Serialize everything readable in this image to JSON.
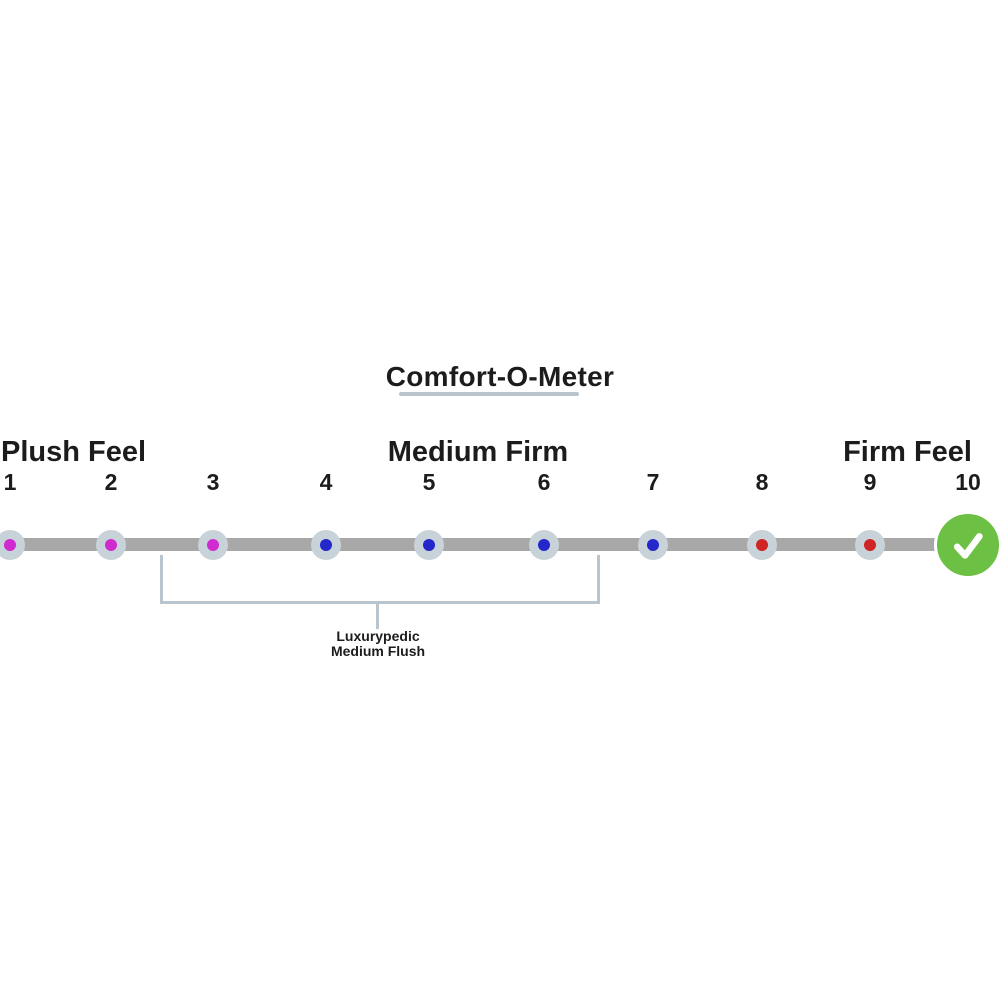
{
  "title": {
    "text": "Comfort-O-Meter"
  },
  "scale": {
    "left_label": "Plush Feel",
    "center_label": "Medium Firm",
    "right_label": "Firm Feel",
    "points": [
      {
        "number": "1",
        "type": "dot",
        "dot_color": "#cf2bcf"
      },
      {
        "number": "2",
        "type": "dot",
        "dot_color": "#cf2bcf"
      },
      {
        "number": "3",
        "type": "dot",
        "dot_color": "#cf2bcf"
      },
      {
        "number": "4",
        "type": "dot",
        "dot_color": "#2427c9"
      },
      {
        "number": "5",
        "type": "dot",
        "dot_color": "#2427c9"
      },
      {
        "number": "6",
        "type": "dot",
        "dot_color": "#2427c9"
      },
      {
        "number": "7",
        "type": "dot",
        "dot_color": "#2427c9"
      },
      {
        "number": "8",
        "type": "dot",
        "dot_color": "#d02525"
      },
      {
        "number": "9",
        "type": "dot",
        "dot_color": "#d02525"
      },
      {
        "number": "10",
        "type": "check"
      }
    ]
  },
  "annotation": {
    "line1": "Luxurypedic",
    "line2": "Medium Flush"
  },
  "icons": {
    "check": "check-icon"
  },
  "colors": {
    "bar_gray": "#a8a8a8",
    "dot_halo": "#c8d2d9",
    "bracket_line": "#b9c4cc",
    "title_underline": "#b9c4cc",
    "check_green": "#6cc044",
    "check_mark_white": "#ffffff",
    "text": "#1c1c1c"
  }
}
